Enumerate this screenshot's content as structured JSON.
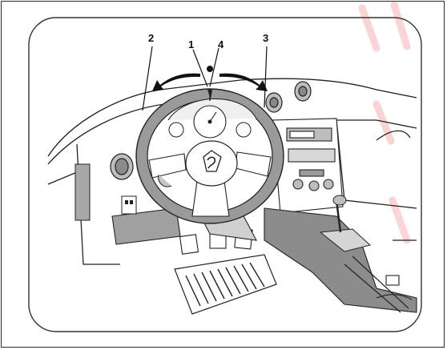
{
  "callouts": [
    {
      "id": "1",
      "text": "1"
    },
    {
      "id": "2",
      "text": "2"
    },
    {
      "id": "3",
      "text": "3"
    },
    {
      "id": "4",
      "text": "4"
    }
  ],
  "colors": {
    "line": "#222222",
    "shade": "#9a9a9a",
    "shade_light": "#bdbdbd",
    "shade_dark": "#6f6f6f",
    "watermark": "#e2151b"
  },
  "icons": {
    "brand_badge": "brand-logo-icon",
    "rotation_arrows": "rotate-arrows-icon"
  }
}
